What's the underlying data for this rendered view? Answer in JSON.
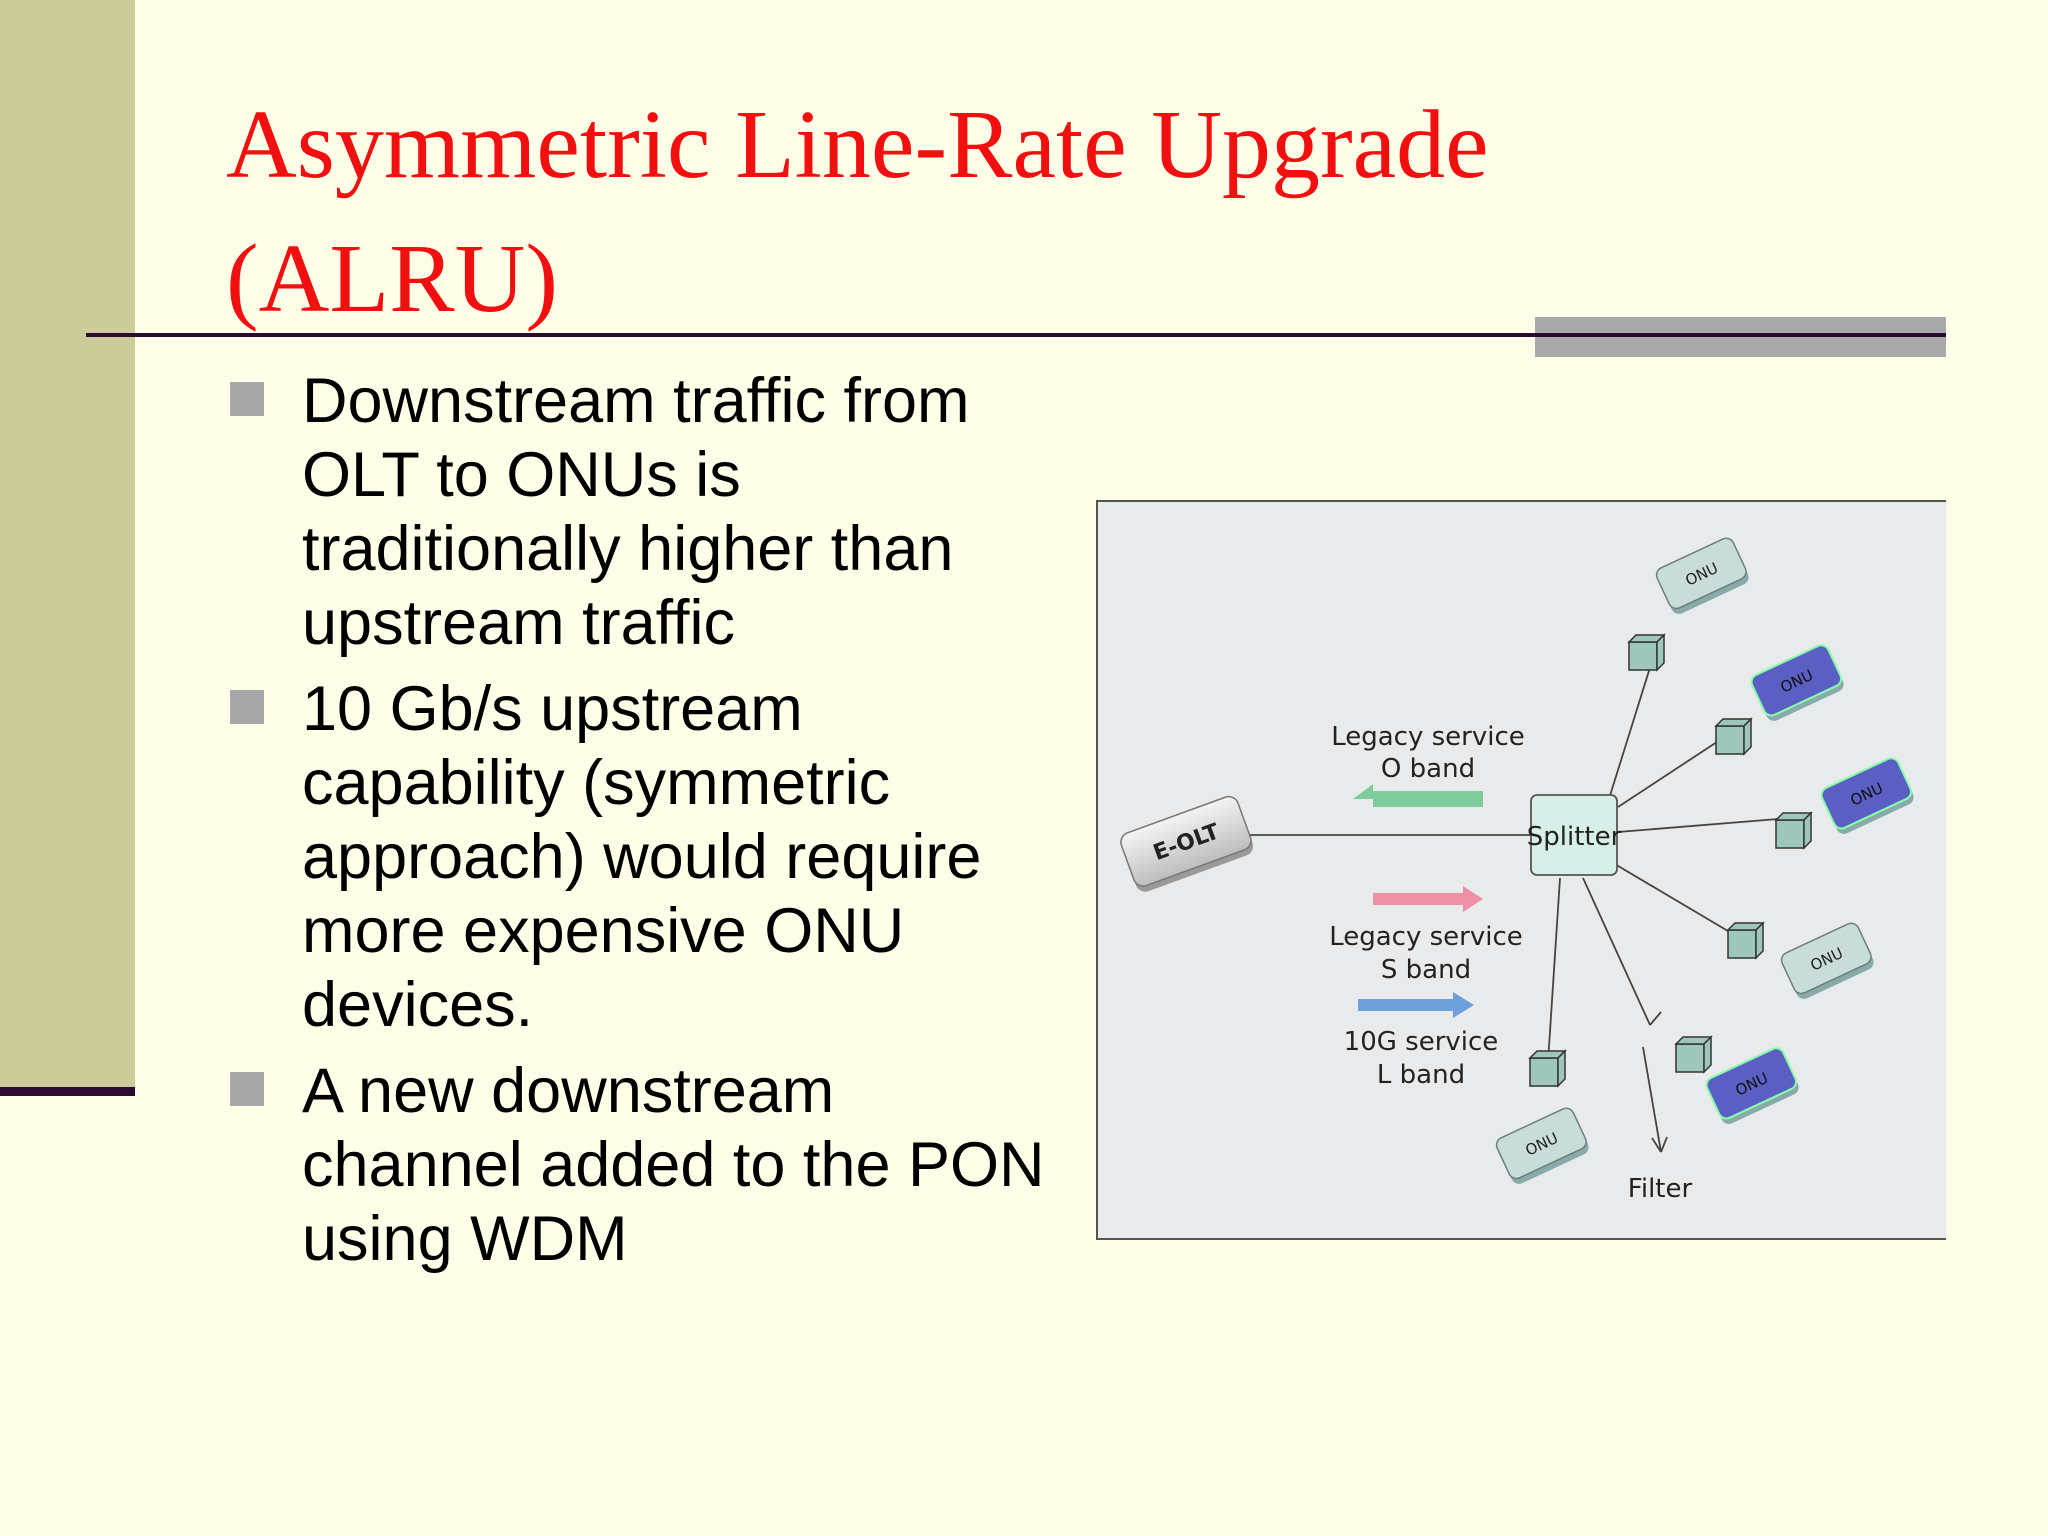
{
  "slide": {
    "title_line1": "Asymmetric Line-Rate Upgrade",
    "title_line2": "(ALRU)",
    "bullets": [
      "Downstream traffic from OLT to ONUs is traditionally higher than upstream traffic",
      "10 Gb/s upstream capability (symmetric approach) would require more expensive ONU devices.",
      "A new downstream channel added to the PON using WDM"
    ]
  },
  "diagram": {
    "olt_label": "E-OLT",
    "splitter_label": "Splitter",
    "onu_label": "ONU",
    "legacy_o_line1": "Legacy service",
    "legacy_o_line2": "O band",
    "legacy_s_line1": "Legacy service",
    "legacy_s_line2": "S band",
    "tenG_line1": "10G service",
    "tenG_line2": "L band",
    "filter_label": "Filter",
    "colors": {
      "o_band_arrow": "#7fcc9a",
      "s_band_arrow": "#ef8fa6",
      "l_band_arrow": "#6fa0dc",
      "onu_legacy": "#c9dcd9",
      "onu_10g": "#5b5fc4",
      "filter_box": "#9fc6bc"
    }
  }
}
